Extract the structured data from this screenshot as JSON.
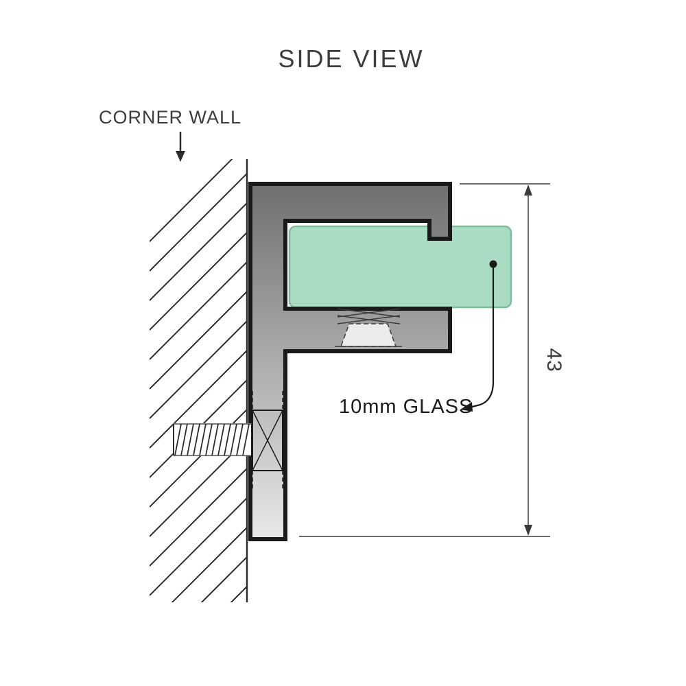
{
  "title": "SIDE VIEW",
  "labels": {
    "wall": "CORNER WALL",
    "glass_callout": "10mm GLASS",
    "dimension": "43"
  },
  "colors": {
    "glass_fill": "#A9DCC2",
    "glass_stroke": "#7FBC9E",
    "metal_dark": "#6F6F6F",
    "metal_light": "#E9E9E9",
    "line": "#1A1A1A",
    "thin_line": "#2B2B2B",
    "dim_line": "#3A3A3A",
    "text": "#3D3D3D"
  }
}
